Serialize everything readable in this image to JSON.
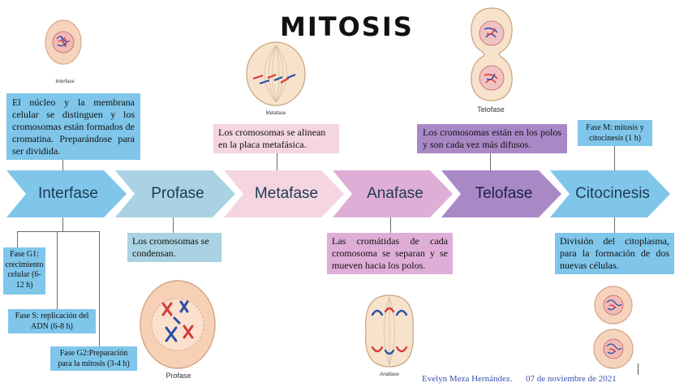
{
  "title": "MITOSIS",
  "phases": [
    "Interfase",
    "Profase",
    "Metafase",
    "Anafase",
    "Telofase",
    "Citocinesis"
  ],
  "descriptions": {
    "interfase": "El núcleo y la membrana celular se distinguen y los cromosomas están formados de cromatina. Preparándose para ser dividida.",
    "metafase": "Los cromosomas se alinean en la placa metafásica.",
    "telofase": "Los cromosomas están en los polos y son cada vez más difusos.",
    "fase_m": "Fase M: mitosis y citocinesis (1 h)",
    "profase": "Los cromosomas se condensan.",
    "anafase": "Las cromátidas de cada cromosoma se separan y se mueven hacia los polos.",
    "citocinesis": "División del citoplasma, para la formación de dos nuevas células."
  },
  "subphases": {
    "g1": "Fase G1: crecimiento celular (6-12 h)",
    "s": "Fase S: replicación del ADN (6-8 h)",
    "g2": "Fase G2:Preparación para la mitosis (3-4 h)"
  },
  "image_captions": {
    "interfase": "Interfase",
    "metafase": "Metafase",
    "telofase": "Telofase",
    "profase": "Profase",
    "anafase": "Anafase"
  },
  "footer": {
    "author": "Evelyn Meza Hernández.",
    "date": "07 de noviembre de 2021"
  },
  "colors": {
    "interfase": "#7fc6ea",
    "profase": "#a9d3e2",
    "metafase": "#f4d5e1",
    "anafase": "#dfaed7",
    "telofase": "#a988c6",
    "citocinesis": "#7fc6ea"
  }
}
